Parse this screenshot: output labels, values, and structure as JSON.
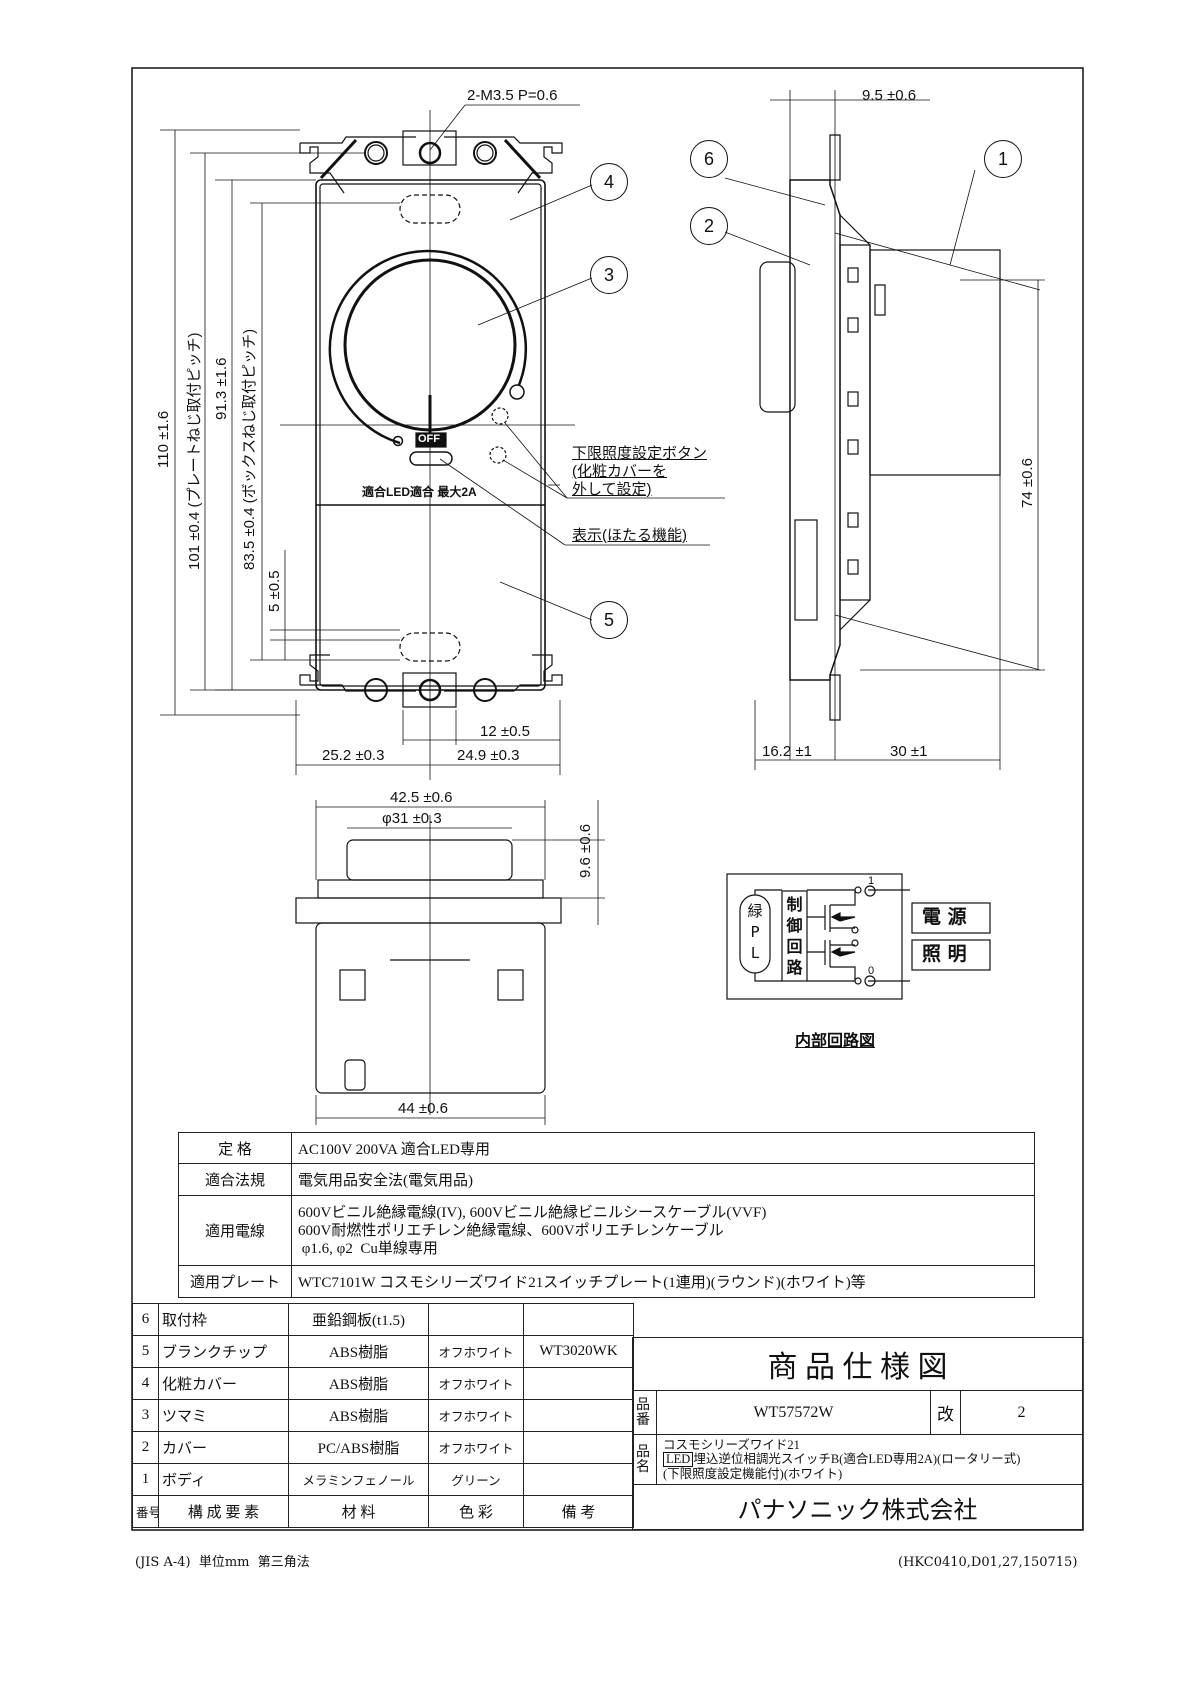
{
  "drawing": {
    "screw_note": "2-M3.5  P=0.6",
    "dims": {
      "side_top": "9.5 ±0.6",
      "height_110": "110 ±1.6",
      "plate_pitch": "101 ±0.4 (プレートねじ取付ピッチ)",
      "cover_91": "91.3 ±1.6",
      "box_pitch": "83.5 ±0.4 (ボックスねじ取付ピッチ)",
      "dim_5": "5 ±0.5",
      "dim_12": "12 ±0.5",
      "left_25": "25.2 ±0.3",
      "right_24": "24.9 ±0.3",
      "side_16": "16.2 ±1",
      "side_30": "30 ±1",
      "side_74": "74 ±0.6",
      "bottom_42": "42.5 ±0.6",
      "knob_dia": "φ31 ±0.3",
      "knob_h": "9.6 ±0.6",
      "bottom_44": "44 ±0.6"
    },
    "callouts": {
      "button_1": "下限照度設定ボタン",
      "button_2": "(化粧カバーを",
      "button_3": "外して設定)",
      "indicator": "表示(ほたる機能)"
    },
    "plate_text": {
      "off": "OFF",
      "rating": "適合LED適合  最大2A"
    },
    "balloons": [
      "1",
      "2",
      "3",
      "4",
      "5",
      "6"
    ]
  },
  "circuit": {
    "title": "内部回路図",
    "pilot": [
      "緑",
      "P",
      "L"
    ],
    "control": [
      "制",
      "御",
      "回",
      "路"
    ],
    "terminal_1": "1",
    "terminal_0": "0",
    "power": "電 源",
    "light": "照 明"
  },
  "spec_table": [
    {
      "label": "定 格",
      "value": [
        "AC100V 200VA  適合LED専用"
      ]
    },
    {
      "label": "適合法規",
      "value": [
        "電気用品安全法(電気用品)"
      ]
    },
    {
      "label": "適用電線",
      "value": [
        "600Vビニル絶縁電線(IV), 600Vビニル絶縁ビニルシースケーブル(VVF)",
        "600V耐燃性ポリエチレン絶縁電線、600Vポリエチレンケーブル",
        " φ1.6, φ2  Cu単線専用"
      ]
    },
    {
      "label": "適用プレート",
      "value": [
        "WTC7101W  コスモシリーズワイド21スイッチプレート(1連用)(ラウンド)(ホワイト)等"
      ]
    }
  ],
  "parts_table": {
    "rows": [
      {
        "no": "6",
        "name": "取付枠",
        "material": "亜鉛鋼板(t1.5)",
        "color": "",
        "note": ""
      },
      {
        "no": "5",
        "name": "ブランクチップ",
        "material": "ABS樹脂",
        "color": "オフホワイト",
        "note": "WT3020WK"
      },
      {
        "no": "4",
        "name": "化粧カバー",
        "material": "ABS樹脂",
        "color": "オフホワイト",
        "note": ""
      },
      {
        "no": "3",
        "name": "ツマミ",
        "material": "ABS樹脂",
        "color": "オフホワイト",
        "note": ""
      },
      {
        "no": "2",
        "name": "カバー",
        "material": "PC/ABS樹脂",
        "color": "オフホワイト",
        "note": ""
      },
      {
        "no": "1",
        "name": "ボディ",
        "material": "メラミンフェノール",
        "color": "グリーン",
        "note": ""
      }
    ],
    "header": {
      "no": "番号",
      "name": "構 成 要 素",
      "material": "材 料",
      "color": "色 彩",
      "note": "備 考"
    }
  },
  "title_block": {
    "title": "商 品 仕 様 図",
    "part_no_label": "品番",
    "part_no": "WT57572W",
    "rev_label": "改",
    "rev": "2",
    "name_label": "品名",
    "name_line1": "コスモシリーズワイド21",
    "name_tag": "LED",
    "name_line2": "埋込逆位相調光スイッチB(適合LED専用2A)(ロータリー式)",
    "name_line3": "(下限照度設定機能付)(ホワイト)",
    "company": "パナソニック株式会社"
  },
  "footer": {
    "left": "(JIS A-4)  単位mm  第三角法",
    "right": "(HKC0410,D01,27,150715)"
  }
}
